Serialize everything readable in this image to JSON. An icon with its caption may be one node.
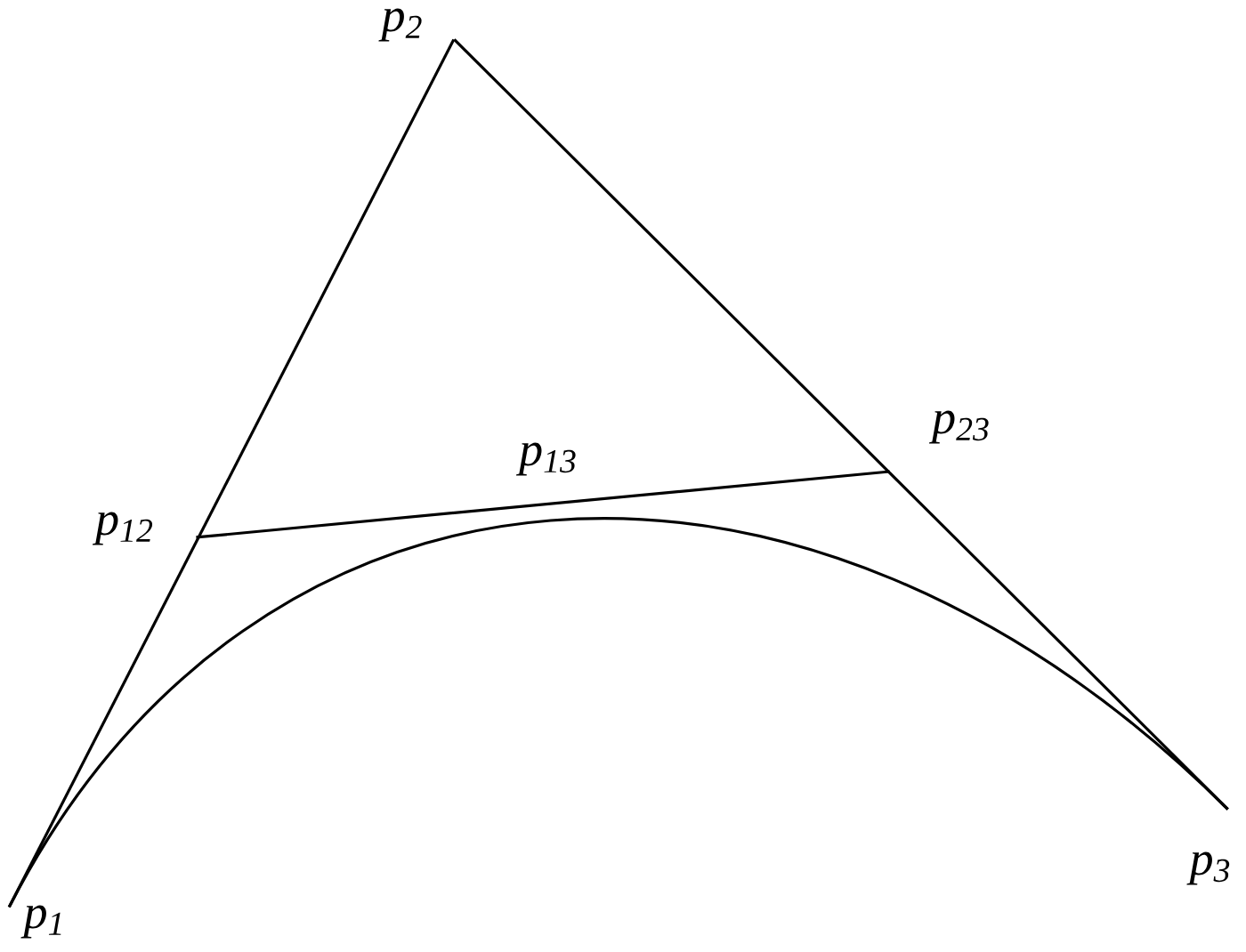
{
  "diagram": {
    "nodes": [
      {
        "text": [
          "p$_{1}$"
        ]
      },
      {
        "text": [
          "p$_{2}$"
        ]
      },
      {
        "text": [
          "p$_{3}$"
        ]
      },
      {
        "text": [
          "p$_{12}$"
        ]
      },
      {
        "text": [
          "p$_{23}$"
        ]
      },
      {
        "text": [
          "p$_{13}$"
        ]
      }
    ],
    "edges": [
      {
        "from": 0,
        "to": 1,
        "arrow": "none"
      },
      {
        "from": 1,
        "to": 2,
        "arrow": "none"
      },
      {
        "from": 3,
        "to": 4,
        "arrow": "none"
      },
      {
        "from": 0,
        "to": 2,
        "arrow": "none"
      }
    ]
  }
}
